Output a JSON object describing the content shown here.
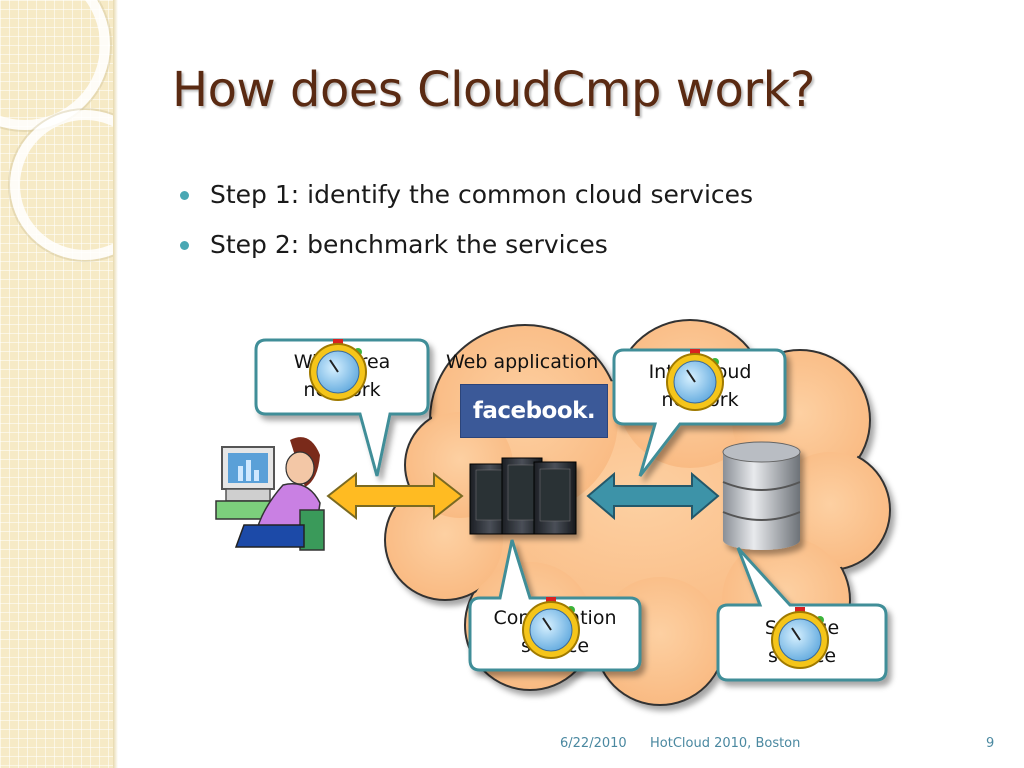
{
  "slide": {
    "title": "How does CloudCmp work?",
    "bullets": [
      "Step 1: identify the common cloud services",
      "Step 2: benchmark the services"
    ]
  },
  "diagram": {
    "web_app_label": "Web application",
    "facebook_logo_text": "facebook.",
    "callouts": {
      "wide_area_network": [
        "Wide-area",
        "network"
      ],
      "intra_cloud_network": [
        "Intra-cloud",
        "network"
      ],
      "computation_service": [
        "Computation",
        "service"
      ],
      "storage_service": [
        "Storage",
        "service"
      ]
    },
    "icons": [
      "user-at-computer-icon",
      "server-rack-icon",
      "database-icon",
      "stopwatch-icon",
      "cloud-shape"
    ]
  },
  "footer": {
    "date": "6/22/2010",
    "event": "HotCloud 2010, Boston",
    "page_number": "9"
  },
  "colors": {
    "title": "#5a2a12",
    "bullet": "#4aa8b4",
    "cloud_fill": "#fbc28c",
    "callout_border": "#3f8e98",
    "wan_arrow": "#ffbb22",
    "intra_arrow": "#3d93a8",
    "facebook_blue": "#3b5998",
    "footer_text": "#4a88a0"
  }
}
